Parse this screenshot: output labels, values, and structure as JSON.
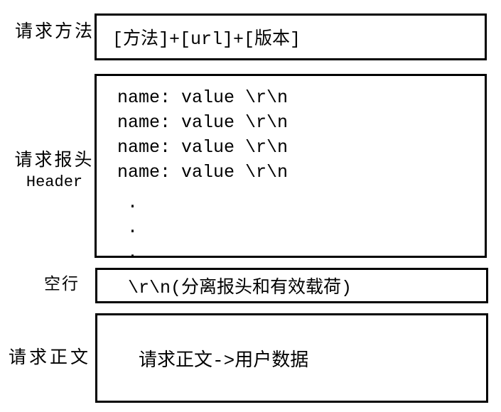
{
  "colors": {
    "border": "#000000",
    "background": "#ffffff",
    "text": "#000000"
  },
  "rows": [
    {
      "label": "请求方法",
      "box_text": "[方法]+[url]+[版本]"
    },
    {
      "label": "请求报头",
      "sublabel": "Header",
      "lines": [
        "name: value \\r\\n",
        "name: value \\r\\n",
        "name: value \\r\\n",
        "name: value \\r\\n"
      ],
      "dots": [
        ".",
        ".",
        "."
      ]
    },
    {
      "label": "空行",
      "box_text": "\\r\\n(分离报头和有效载荷)"
    },
    {
      "label": "请求正文",
      "box_text": "请求正文->用户数据"
    }
  ]
}
